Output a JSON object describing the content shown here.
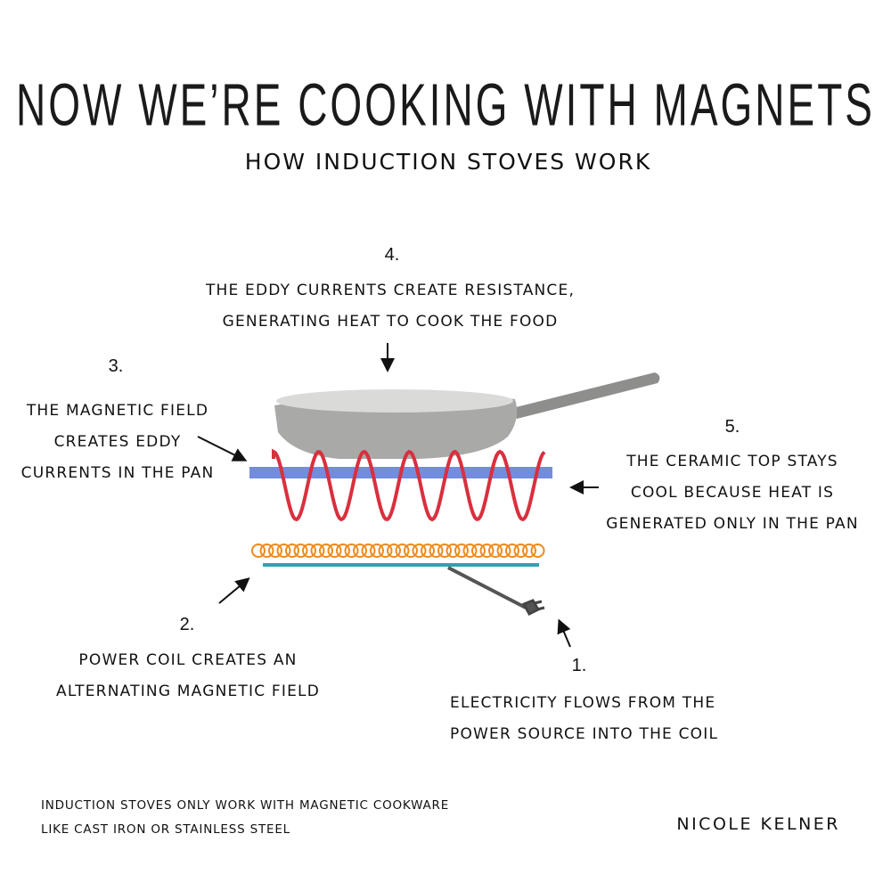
{
  "title": "Now we’re cooking with magnets",
  "subtitle": "How induction stoves work",
  "steps": {
    "s1": {
      "number": "1.",
      "lines": [
        "Electricity flows from the",
        "power source into the coil"
      ]
    },
    "s2": {
      "number": "2.",
      "lines": [
        "Power coil creates an",
        "alternating magnetic field"
      ]
    },
    "s3": {
      "number": "3.",
      "lines": [
        "The magnetic field",
        "creates eddy",
        "currents in the pan"
      ]
    },
    "s4": {
      "number": "4.",
      "lines": [
        "The eddy currents create resistance,",
        "generating heat to cook the food"
      ]
    },
    "s5": {
      "number": "5.",
      "lines": [
        "The ceramic top stays",
        "cool because heat is",
        "generated only in the pan"
      ]
    }
  },
  "footnote": [
    "Induction stoves only work with magnetic cookware",
    "like cast iron or stainless steel"
  ],
  "author": "Nicole Kelner",
  "colors": {
    "pan": "#a9aaa8",
    "eddy_coil": "#d9303e",
    "ceramic_top": "#3f5fd0",
    "power_coil": "#ee8a1c",
    "base": "#2fa3b0",
    "cord": "#555555"
  }
}
